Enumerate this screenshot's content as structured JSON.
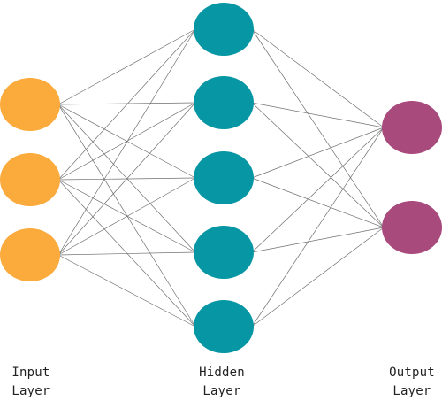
{
  "diagram": {
    "layers": [
      {
        "label": "Input\nLayer",
        "node_count": 3,
        "color": "#FBAA3C"
      },
      {
        "label": "Hidden\nLayer",
        "node_count": 5,
        "color": "#0797A4"
      },
      {
        "label": "Output\nLayer",
        "node_count": 2,
        "color": "#A94A7C"
      }
    ],
    "connections": "fully-connected",
    "edge_color": "#6f6f6f"
  }
}
